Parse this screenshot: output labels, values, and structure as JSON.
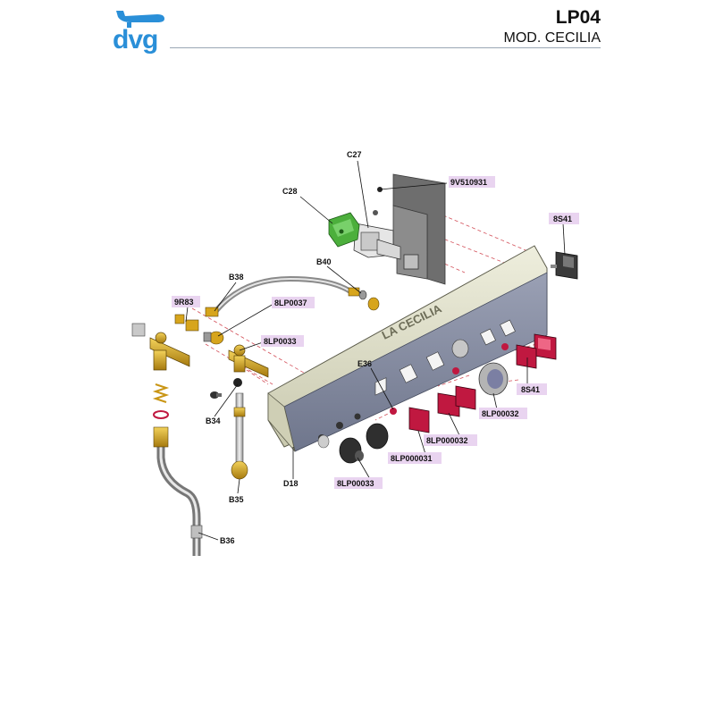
{
  "header": {
    "brand": "dvg",
    "model_code": "LP04",
    "model_name": "MOD. CECILIA"
  },
  "panel_brand": "LA CECILIA",
  "parts": [
    {
      "id": "c27",
      "label": "C27",
      "highlighted": false
    },
    {
      "id": "9v510931",
      "label": "9V510931",
      "highlighted": true
    },
    {
      "id": "c28",
      "label": "C28",
      "highlighted": false
    },
    {
      "id": "8s41-top",
      "label": "8S41",
      "highlighted": true
    },
    {
      "id": "b38",
      "label": "B38",
      "highlighted": false
    },
    {
      "id": "b40",
      "label": "B40",
      "highlighted": false
    },
    {
      "id": "9r83",
      "label": "9R83",
      "highlighted": true
    },
    {
      "id": "8lp0037",
      "label": "8LP0037",
      "highlighted": true
    },
    {
      "id": "8lp0033",
      "label": "8LP0033",
      "highlighted": true
    },
    {
      "id": "e36",
      "label": "E36",
      "highlighted": false
    },
    {
      "id": "8s41-bottom",
      "label": "8S41",
      "highlighted": true
    },
    {
      "id": "8lp00032",
      "label": "8LP00032",
      "highlighted": true
    },
    {
      "id": "b34",
      "label": "B34",
      "highlighted": false
    },
    {
      "id": "8lp000032",
      "label": "8LP000032",
      "highlighted": true
    },
    {
      "id": "8lp000031",
      "label": "8LP000031",
      "highlighted": true
    },
    {
      "id": "d18",
      "label": "D18",
      "highlighted": false
    },
    {
      "id": "8lp00033",
      "label": "8LP00033",
      "highlighted": true
    },
    {
      "id": "b35",
      "label": "B35",
      "highlighted": false
    },
    {
      "id": "b36",
      "label": "B36",
      "highlighted": false
    }
  ],
  "colors": {
    "brand": "#2a8fd8",
    "label_highlight": "#e9d4f0",
    "panel": "#dcdcc4",
    "panel_shadow": "#7f8699",
    "switch_red": "#c01840",
    "terminal_green": "#4caf3c",
    "fitting_gold": "#d7a51c",
    "bracket_grey": "#6e6e6e"
  }
}
